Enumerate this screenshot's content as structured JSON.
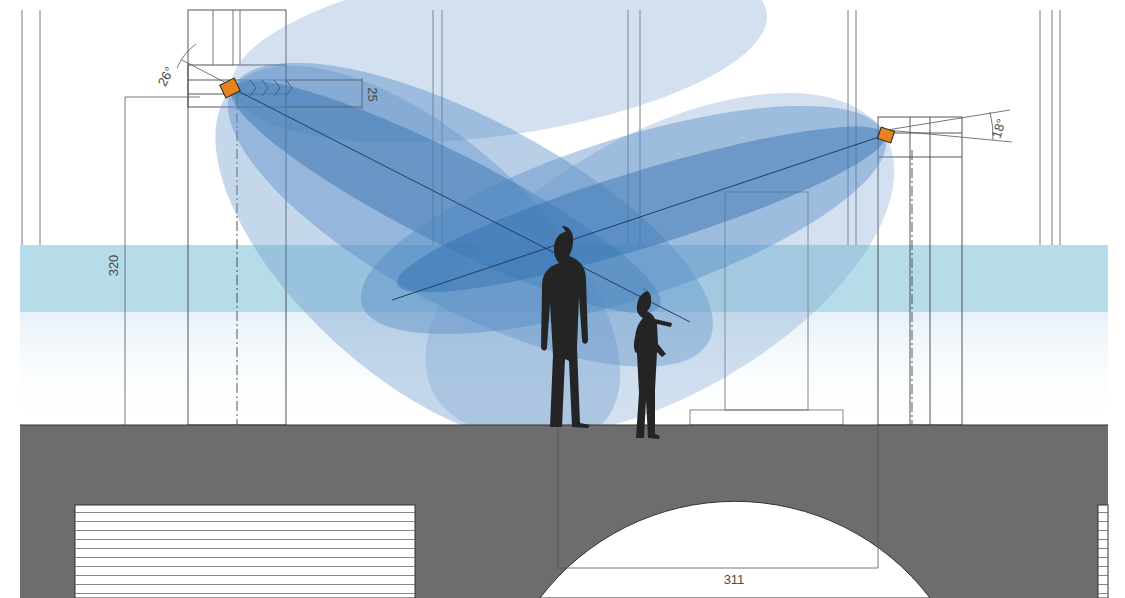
{
  "diagram": {
    "labels": [
      "26°",
      "25",
      "320",
      "18°",
      "311"
    ]
  }
}
